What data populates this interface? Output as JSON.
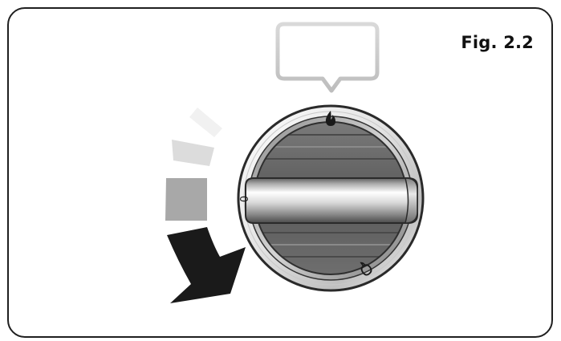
{
  "figure": {
    "label": "Fig. 2.2"
  },
  "knob": {
    "markings": {
      "off": "0",
      "high_flame_icon": "flame-icon",
      "low_flame_icon": "low-flame-icon"
    }
  },
  "callout": {
    "text": ""
  },
  "rotation": {
    "direction": "counter-clockwise",
    "arrow_color": "#1a1a1a",
    "trail_colors": [
      "#f1f1f1",
      "#dcdcdc",
      "#a8a8a8"
    ]
  }
}
